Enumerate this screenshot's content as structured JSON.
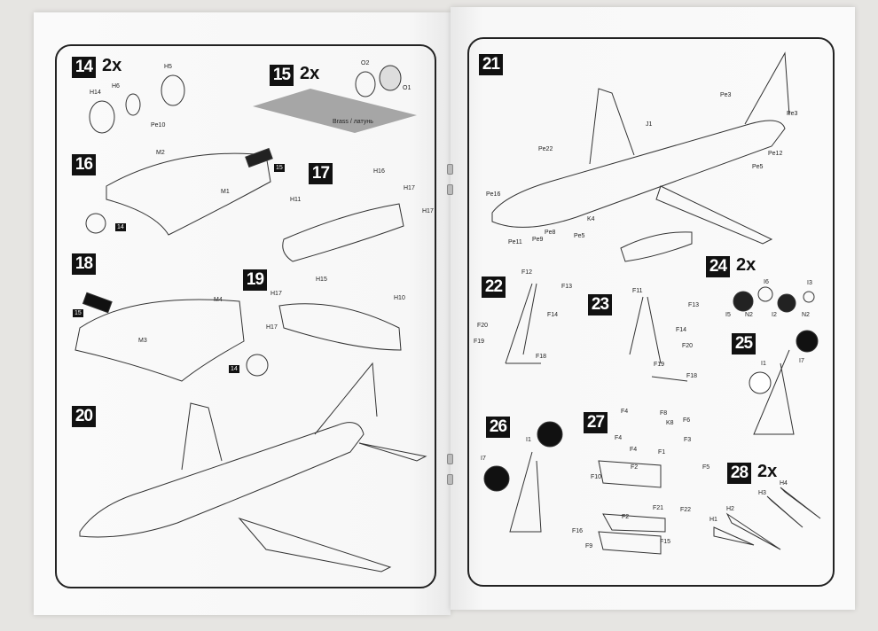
{
  "steps": [
    {
      "num": "14",
      "mult": "2x",
      "parts": [
        "H5",
        "H6",
        "H14",
        "Pe10"
      ]
    },
    {
      "num": "15",
      "mult": "2x",
      "parts": [
        "O2",
        "O1"
      ],
      "material": "Brass / латунь"
    },
    {
      "num": "16",
      "parts": [
        "M2",
        "M1",
        "15",
        "14"
      ]
    },
    {
      "num": "17",
      "parts": [
        "H16",
        "H17",
        "H11",
        "H17"
      ]
    },
    {
      "num": "18",
      "parts": [
        "M4",
        "M3",
        "15",
        "14"
      ]
    },
    {
      "num": "19",
      "parts": [
        "H15",
        "H17",
        "H10",
        "H17"
      ]
    },
    {
      "num": "20",
      "parts": []
    },
    {
      "num": "21",
      "parts": [
        "Pe3",
        "Pe3",
        "J1",
        "Pe22",
        "Pe12",
        "Pe5",
        "Pe16",
        "K4",
        "Pe8",
        "Pe5",
        "Pe9",
        "Pe11"
      ]
    },
    {
      "num": "22",
      "parts": [
        "F12",
        "F13",
        "F14",
        "F20",
        "F19",
        "F18"
      ]
    },
    {
      "num": "23",
      "parts": [
        "F11",
        "F13",
        "F14",
        "F20",
        "F19",
        "F18"
      ]
    },
    {
      "num": "24",
      "mult": "2x",
      "parts": [
        "I6",
        "I3",
        "I5",
        "N2",
        "I2",
        "N2"
      ]
    },
    {
      "num": "25",
      "parts": [
        "I1",
        "I7"
      ]
    },
    {
      "num": "26",
      "parts": [
        "I1",
        "I7"
      ]
    },
    {
      "num": "27",
      "parts": [
        "F4",
        "F8",
        "K8",
        "F6",
        "F4",
        "F4",
        "F3",
        "F1",
        "F5",
        "F2",
        "F10",
        "F21",
        "F22",
        "F2",
        "F16",
        "F15",
        "F9"
      ]
    },
    {
      "num": "28",
      "mult": "2x",
      "parts": [
        "H3",
        "H4",
        "H1",
        "H2"
      ]
    }
  ]
}
